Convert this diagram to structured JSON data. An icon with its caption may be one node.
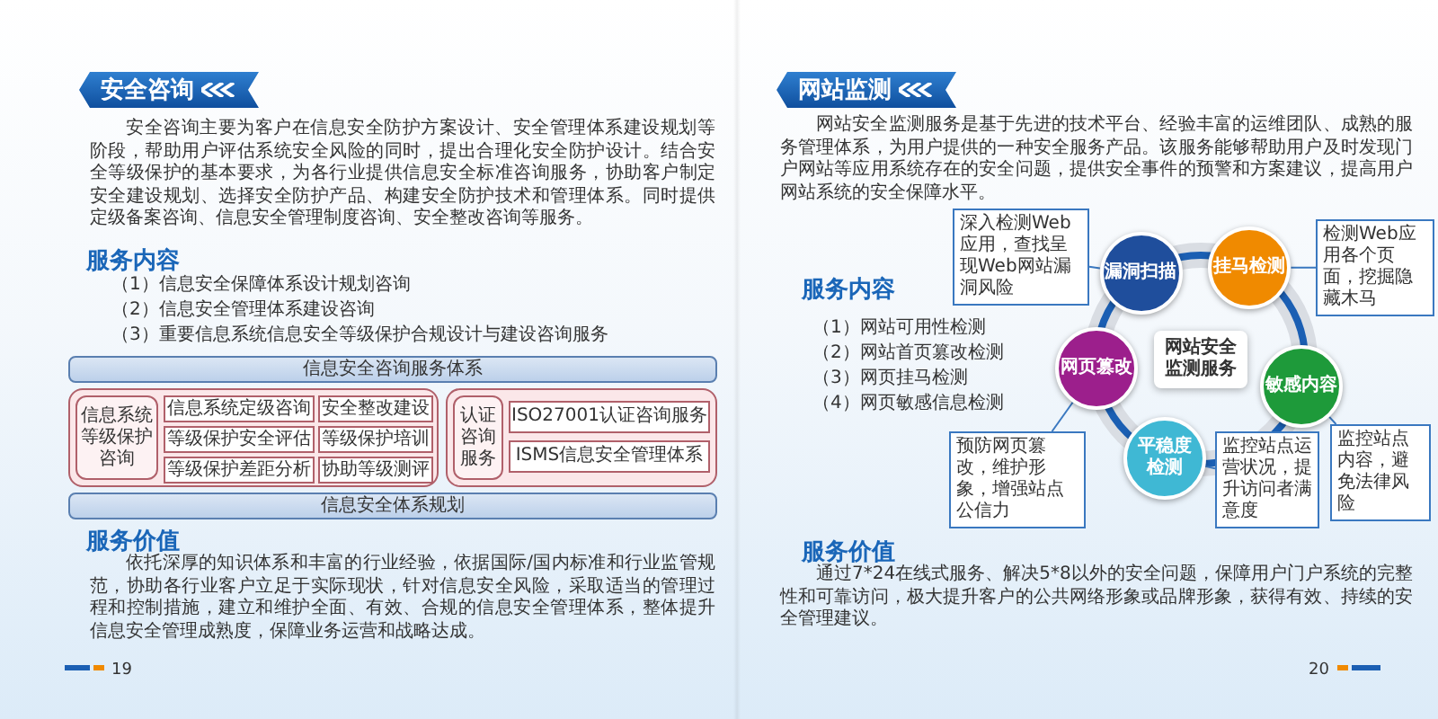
{
  "diagram": {
    "nodes": [
      {
        "text": [
          "信息安全咨询服务体系"
        ]
      },
      {
        "text": [],
        "shape": "box"
      },
      {
        "text": [
          "信息系统等级保护咨询"
        ],
        "in": 1
      },
      {
        "text": [
          "信息系统定级咨询"
        ],
        "in": 1
      },
      {
        "text": [
          "安全整改建设"
        ],
        "in": 1
      },
      {
        "text": [
          "等级保护安全评估"
        ],
        "in": 1
      },
      {
        "text": [
          "等级保护培训"
        ],
        "in": 1
      },
      {
        "text": [
          "等级保护差距分析"
        ],
        "in": 1
      },
      {
        "text": [
          "协助等级测评"
        ],
        "in": 1
      },
      {
        "text": [],
        "shape": "box"
      },
      {
        "text": [
          "认证咨询服务"
        ],
        "in": 9
      },
      {
        "text": [
          "ISO27001认证咨询服务"
        ],
        "in": 9
      },
      {
        "text": [
          "ISMS信息安全管理体系"
        ],
        "in": 9
      },
      {
        "text": [
          "信息安全体系规划"
        ]
      },
      {
        "text": [
          "深入检测Web应用，查找呈现Web网站漏洞风险"
        ]
      },
      {
        "text": [
          "检测Web应用各个页面，挖掘隐藏木马"
        ]
      },
      {
        "text": [
          "漏洞扫描"
        ]
      },
      {
        "text": [
          "挂马检测"
        ]
      },
      {
        "text": [
          "网站安全监测服务"
        ]
      },
      {
        "text": [
          "网页篡改"
        ]
      },
      {
        "text": [
          "敏感内容"
        ]
      },
      {
        "text": [
          "预防网页篡改，维护形象，增强站点公信力"
        ]
      },
      {
        "text": [
          "平稳度检测"
        ]
      },
      {
        "text": [
          "监控站点内容，避免法律风险"
        ]
      },
      {
        "text": [
          "监控站点运营状况，提升访问者满意度"
        ]
      }
    ],
    "edges": [
      {
        "from": 14,
        "to": 16,
        "arrow": "none"
      },
      {
        "from": 15,
        "to": 17,
        "arrow": "none"
      },
      {
        "from": 21,
        "to": 19,
        "arrow": "none"
      },
      {
        "from": 23,
        "to": 20,
        "arrow": "none"
      },
      {
        "from": 24,
        "to": 22,
        "arrow": "none"
      }
    ],
    "labels": [
      "安全咨询",
      "安全咨询主要为客户在信息安全防护方案设计、安全管理体系建设规划等阶段，帮助用户评估系统安全风险的同时，提出合理化安全防护设计。结合安全等级保护的基本要求，为各行业提供信息安全标准咨询服务，协助客户制定安全建设规划、选择安全防护产品、构建安全防护技术和管理体系。同时提供定级备案咨询、信息安全管理制度咨询、安全整改咨询等服务。",
      "服务内容",
      "（1）信息安全保障体系设计规划咨询",
      "（2）信息安全管理体系建设咨询",
      "（3）重要信息系统信息安全等级保护合规设计与建设咨询服务",
      "服务价值",
      "依托深厚的知识体系和丰富的行业经验，依据国际/国内标准和行业监管规范，协助各行业客户立足于实际现状，针对信息安全风险，采取适当的管理过程和控制措施，建立和维护全面、有效、合规的信息安全管理体系，整体提升信息安全管理成熟度，保障业务运营和战略达成。",
      "19",
      "网站监测",
      "网站安全监测服务是基于先进的技术平台、经验丰富的运维团队、成熟的服务管理体系，为用户提供的一种安全服务产品。该服务能够帮助用户及时发现门户网站等应用系统存在的安全问题，提供安全事件的预警和方案建议，提高用户网站系统的安全保障水平。",
      "服务内容",
      "（1）网站可用性检测",
      "（2）网站首页篡改检测",
      "（3）网页挂马检测",
      "（4）网页敏感信息检测",
      "服务价值",
      "通过7*24在线式服务、解决5*8以外的安全问题，保障用户门户系统的完整性和可靠访问，极大提升客户的公共网络形象或品牌形象，获得有效、持续的安全管理建议。",
      "20"
    ]
  }
}
